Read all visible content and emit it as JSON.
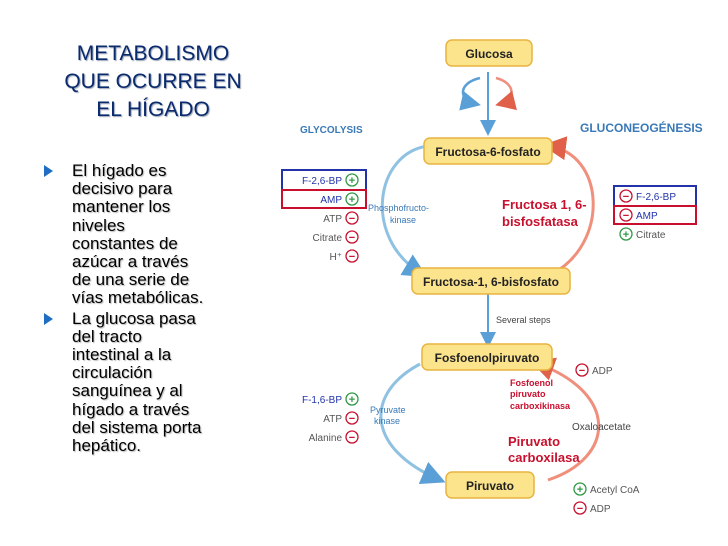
{
  "slide": {
    "title_lines": [
      "METABOLISMO",
      "QUE OCURRE EN",
      "EL HÍGADO"
    ],
    "bullets": [
      {
        "lines": [
          "El hígado es",
          "decisivo para",
          "mantener los",
          "niveles",
          "constantes de",
          "azúcar a través",
          "de una serie de",
          "vías metabólicas."
        ]
      },
      {
        "lines": [
          "La glucosa pasa",
          "del tracto",
          "intestinal a la",
          "circulación",
          "sanguínea y al",
          "hígado a través",
          "del sistema porta",
          "hepático."
        ]
      }
    ]
  },
  "diagram": {
    "nodes": {
      "glucosa": "Glucosa",
      "f6p": "Fructosa-6-fosfato",
      "f16bp": "Fructosa-1, 6-bisfosfato",
      "pep": "Fosfoenolpiruvato",
      "piruvato": "Piruvato"
    },
    "labels": {
      "glycolysis": "GLYCOLYSIS",
      "gluconeogenesis": "GLUCONEOGÉNESIS",
      "pfk_line1": "Phosphofructo-",
      "pfk_line2": "kinase",
      "fbpase_line1": "Fructosa 1, 6-",
      "fbpase_line2": "bisfosfatasa",
      "several_steps": "Several steps",
      "pk_line1": "Pyruvate",
      "pk_line2": "kinase",
      "pepck_line1": "Fosfoenol",
      "pepck_line2": "piruvato",
      "pepck_line3": "carboxikinasa",
      "oxaloacetate": "Oxaloacetate",
      "pc_line1": "Piruvato",
      "pc_line2": "carboxilasa"
    },
    "effectors": {
      "pfk": [
        {
          "name": "F-2,6-BP",
          "sign": "+"
        },
        {
          "name": "AMP",
          "sign": "+"
        },
        {
          "name": "ATP",
          "sign": "−"
        },
        {
          "name": "Citrate",
          "sign": "−"
        },
        {
          "name": "H⁺",
          "sign": "−"
        }
      ],
      "fbpase": [
        {
          "name": "F-2,6-BP",
          "sign": "−"
        },
        {
          "name": "AMP",
          "sign": "−"
        },
        {
          "name": "Citrate",
          "sign": "+"
        }
      ],
      "pk": [
        {
          "name": "F-1,6-BP",
          "sign": "+"
        },
        {
          "name": "ATP",
          "sign": "−"
        },
        {
          "name": "Alanine",
          "sign": "−"
        }
      ],
      "pepck": [
        {
          "name": "ADP",
          "sign": "−"
        }
      ],
      "pc": [
        {
          "name": "Acetyl CoA",
          "sign": "+"
        },
        {
          "name": "ADP",
          "sign": "−"
        }
      ]
    },
    "colors": {
      "node_fill": "#fce48c",
      "node_stroke": "#e8b440",
      "glycolysis_arrow": "#8fc1e3",
      "gluconeo_arrow": "#ef8f7c",
      "glycolysis_text": "#3a79b7",
      "enzyme_red": "#c8102e",
      "effector_green": "#2f9a46",
      "effector_red": "#c8102e",
      "effector_text": "#555555",
      "box_blue": "#2233aa",
      "box_red": "#c8102e",
      "title_color": "#0a2a6e",
      "bullet_color": "#1f6ec4"
    }
  }
}
